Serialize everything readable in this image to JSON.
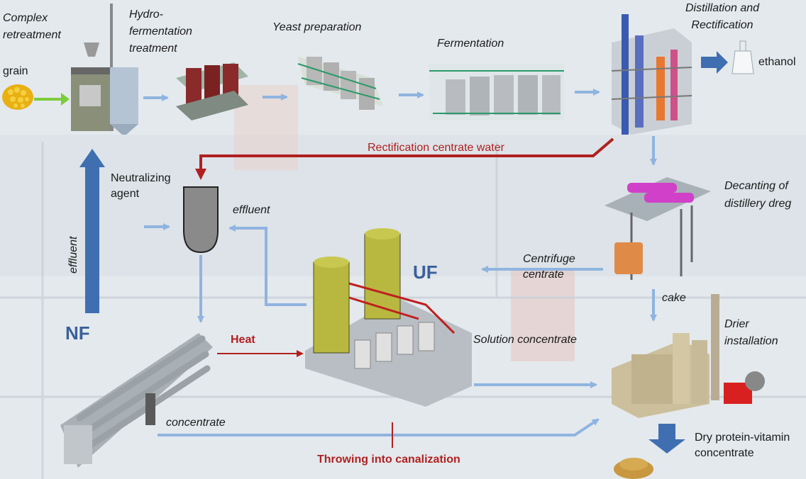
{
  "labels": {
    "complex_retreatment": "Complex retreatment",
    "grain": "grain",
    "hydro_fermentation": "Hydro-fermentation treatment",
    "yeast_preparation": "Yeast preparation",
    "fermentation": "Fermentation",
    "distillation": "Distillation and Rectification",
    "ethanol": "ethanol",
    "rectification_water": "Rectification centrate water",
    "neutralizing_agent": "Neutralizing agent",
    "effluent_h": "effluent",
    "effluent_v": "effluent",
    "decanting": "Decanting of distillery dreg",
    "centrifuge_centrate": "Centrifuge centrate",
    "uf": "UF",
    "nf": "NF",
    "cake": "cake",
    "drier": "Drier installation",
    "heat": "Heat",
    "solution_concentrate": "Solution concentrate",
    "concentrate": "concentrate",
    "throwing": "Throwing into canalization",
    "dry_protein": "Dry protein-vitamin concentrate"
  },
  "colors": {
    "flow_arrow": "#8fb4e0",
    "main_arrow": "#3f6fb0",
    "red_arrow": "#b02020",
    "grain": "#e8b012",
    "green_arrow": "#7ccc3c",
    "neutralizer": "#8a8a8a"
  }
}
